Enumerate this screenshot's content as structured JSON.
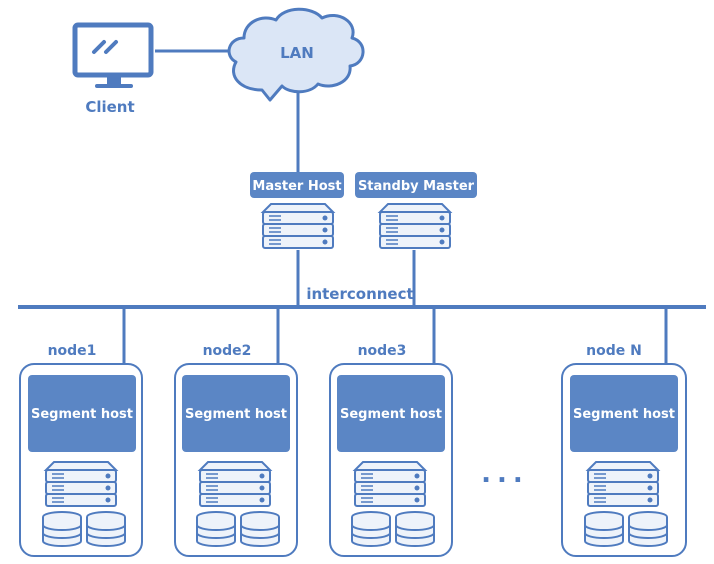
{
  "client": {
    "label": "Client"
  },
  "lan": {
    "label": "LAN"
  },
  "master": {
    "label": "Master Host"
  },
  "standby": {
    "label": "Standby Master"
  },
  "interconnect": {
    "label": "interconnect"
  },
  "nodes": [
    {
      "name": "node1",
      "host_label": "Segment host"
    },
    {
      "name": "node2",
      "host_label": "Segment host"
    },
    {
      "name": "node3",
      "host_label": "Segment host"
    },
    {
      "name": "node N",
      "host_label": "Segment host"
    }
  ],
  "ellipsis": "...",
  "colors": {
    "primary": "#4f7bbf",
    "light": "#c9d8ee",
    "fill_dark": "#5b86c5",
    "stroke": "#4f7bbf"
  }
}
